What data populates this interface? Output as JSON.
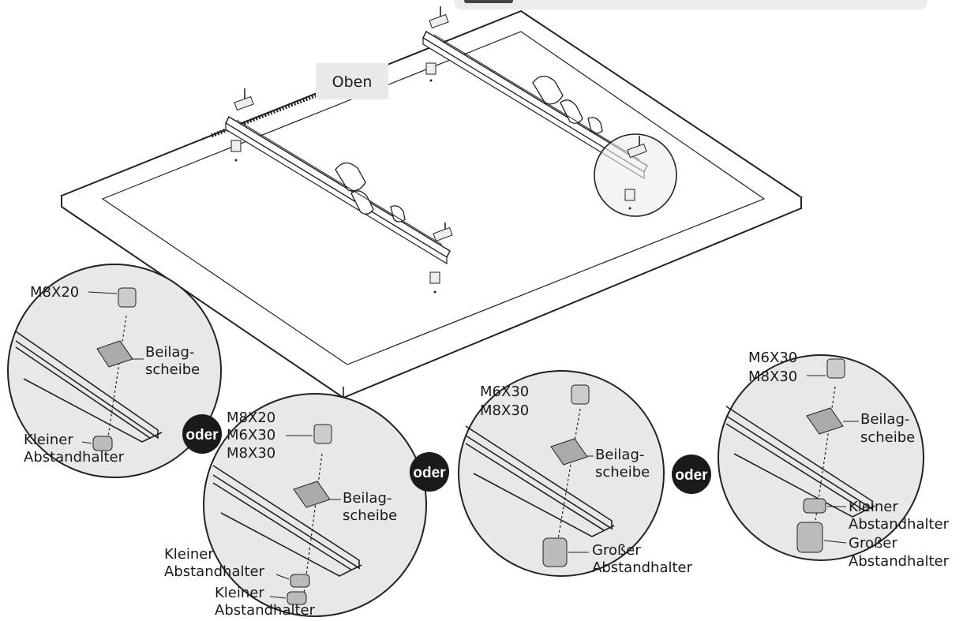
{
  "top_label": "Oben",
  "connector_word": "oder",
  "details": [
    {
      "screw_labels": [
        "M8X20"
      ],
      "washer_label": [
        "Beilag-",
        "scheibe"
      ],
      "spacer_labels": [
        [
          "Kleiner",
          "Abstandhalter"
        ]
      ]
    },
    {
      "screw_labels": [
        "M8X20",
        "M6X30",
        "M8X30"
      ],
      "washer_label": [
        "Beilag-",
        "scheibe"
      ],
      "spacer_labels": [
        [
          "Kleiner",
          "Abstandhalter"
        ],
        [
          "Kleiner",
          "Abstandhalter"
        ]
      ]
    },
    {
      "screw_labels": [
        "M6X30",
        "M8X30"
      ],
      "washer_label": [
        "Beilag-",
        "scheibe"
      ],
      "spacer_labels": [
        [
          "Großer",
          "Abstandhalter"
        ]
      ]
    },
    {
      "screw_labels": [
        "M6X30",
        "M8X30"
      ],
      "washer_label": [
        "Beilag-",
        "scheibe"
      ],
      "spacer_labels": [
        [
          "Kleiner",
          "Abstandhalter"
        ],
        [
          "Großer",
          "Abstandhalter"
        ]
      ]
    }
  ]
}
